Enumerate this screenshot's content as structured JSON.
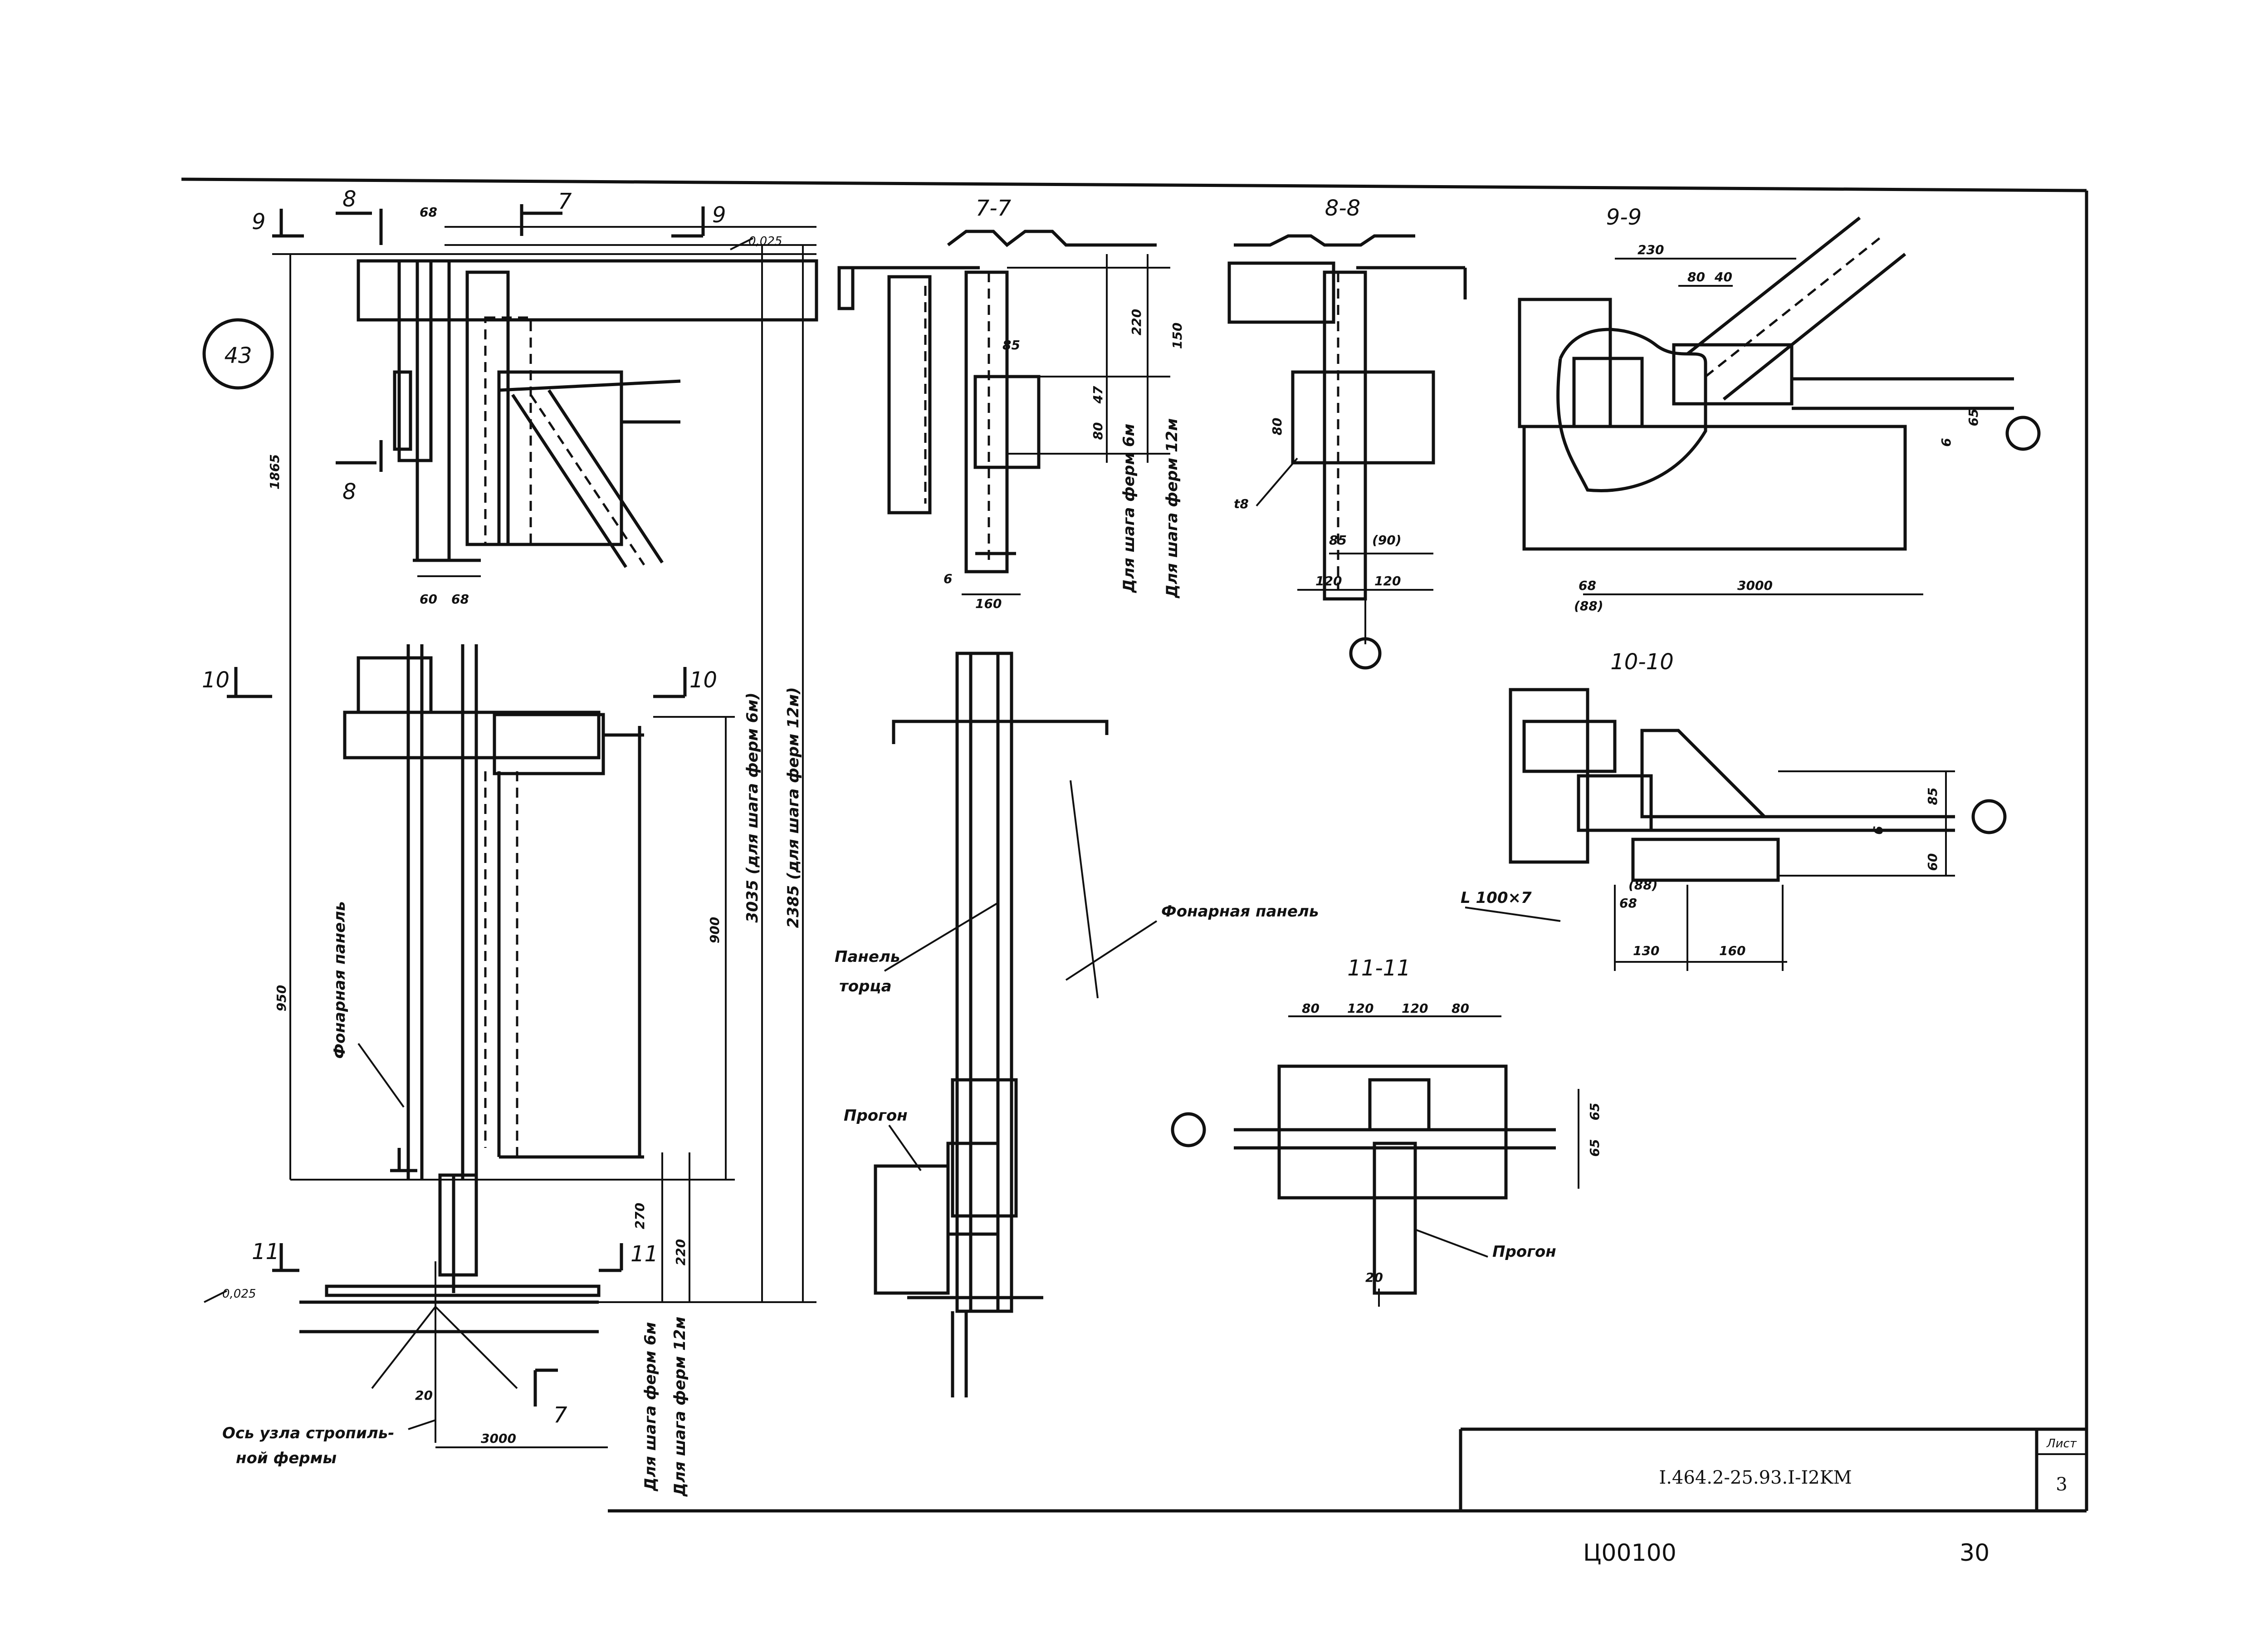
{
  "sheet": {
    "node_number": "43",
    "doc_code": "I.464.2-25.93.I-I2KM",
    "sheet_label": "Лист",
    "sheet_number": "3",
    "archive_code": "Ц00100",
    "page_number": "30"
  },
  "sections": {
    "s7": "7-7",
    "s8": "8-8",
    "s9": "9-9",
    "s10": "10-10",
    "s11": "11-11"
  },
  "cut_marks": {
    "c9": "9",
    "c8": "8",
    "c7": "7",
    "c10": "10",
    "c11": "11"
  },
  "elevations": {
    "top": "0,025",
    "bottom": "0,025"
  },
  "labels": {
    "lantern_panel_vertical": "Фонарная панель",
    "lantern_panel": "Фонарная панель",
    "end_panel_line1": "Панель",
    "end_panel_line2": "торца",
    "purlin_a": "Прогон",
    "purlin_b": "Прогон",
    "truss_axis_line1": "Ось узла стропиль-",
    "truss_axis_line2": "ной фермы",
    "truss_6m": "Для шага ферм 6м",
    "truss_12m": "Для шага ферм 12м",
    "truss_6m_b": "Для шага ферм 6м",
    "truss_12m_b": "Для шага ферм 12м",
    "dim_3035": "3035 (для шага ферм 6м)",
    "dim_2385": "2385 (для шага ферм 12м)",
    "angle": "L 100×7",
    "t8": "t8"
  },
  "dimensions": {
    "d1865": "1865",
    "d68a": "68",
    "d60": "60",
    "d68b": "68",
    "d950": "950",
    "d900": "900",
    "d270": "270",
    "d220": "220",
    "d20": "20",
    "d3000": "3000",
    "s7_220": "220",
    "s7_150": "150",
    "s7_85": "85",
    "s7_47": "47",
    "s7_80": "80",
    "s7_6": "6",
    "s7_160": "160",
    "s8_80": "80",
    "s8_85": "85",
    "s8_90": "(90)",
    "s8_120a": "120",
    "s8_120b": "120",
    "s9_230": "230",
    "s9_80": "80",
    "s9_40": "40",
    "s9_65": "65",
    "s9_6": "6",
    "s9_68": "68",
    "s9_88": "(88)",
    "s9_3000": "3000",
    "s10_85": "85",
    "s10_6": "6",
    "s10_60": "60",
    "s10_88": "(88)",
    "s10_68": "68",
    "s10_130": "130",
    "s10_160": "160",
    "s11_80a": "80",
    "s11_120a": "120",
    "s11_120b": "120",
    "s11_80b": "80",
    "s11_65a": "65",
    "s11_65b": "65",
    "s11_20": "20"
  }
}
